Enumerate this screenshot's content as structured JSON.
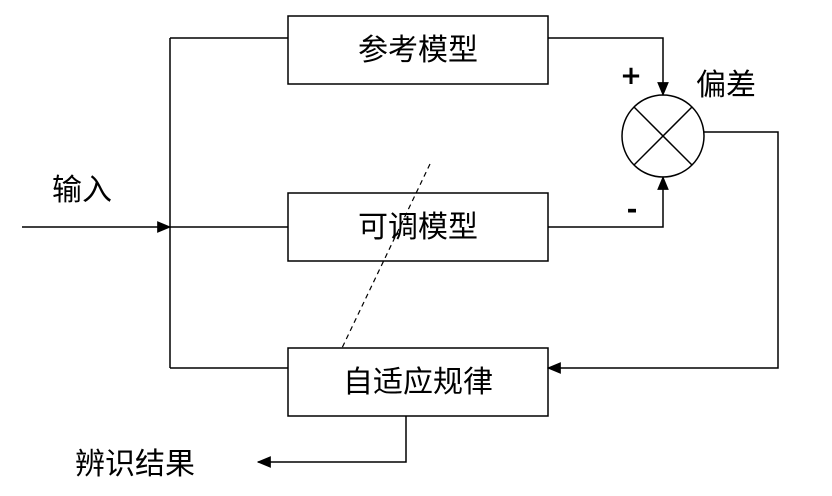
{
  "blocks": {
    "reference_model": "参考模型",
    "adjustable_model": "可调模型",
    "adaptive_law": "自适应规律"
  },
  "labels": {
    "input": "输入",
    "error": "偏差",
    "result": "辨识结果",
    "plus": "+",
    "minus": "-"
  },
  "colors": {
    "stroke": "#000000",
    "background": "#ffffff"
  }
}
